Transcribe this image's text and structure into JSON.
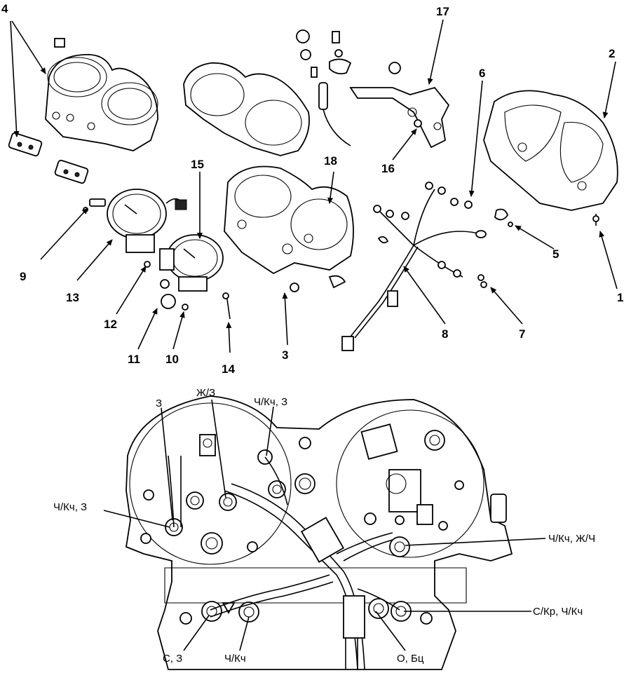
{
  "diagram": {
    "callouts": {
      "c1": "1",
      "c2": "2",
      "c3": "3",
      "c4": "4",
      "c5": "5",
      "c6": "6",
      "c7": "7",
      "c8": "8",
      "c9": "9",
      "c10": "10",
      "c11": "11",
      "c12": "12",
      "c13": "13",
      "c14": "14",
      "c15": "15",
      "c16": "16",
      "c17": "17",
      "c18": "18"
    },
    "wire_labels": {
      "w_z_top": "З",
      "w_zh_z": "Ж/З",
      "w_ch_kch_z_top": "Ч/Кч, З",
      "w_ch_kch_z_left": "Ч/Кч, З",
      "w_ch_kch_zh_ch": "Ч/Кч, Ж/Ч",
      "w_s_kr_ch_kch": "С/Кр, Ч/Кч",
      "w_s_z": "С, З",
      "w_ch_kch": "Ч/Кч",
      "w_o_bc": "О, Бц"
    }
  }
}
